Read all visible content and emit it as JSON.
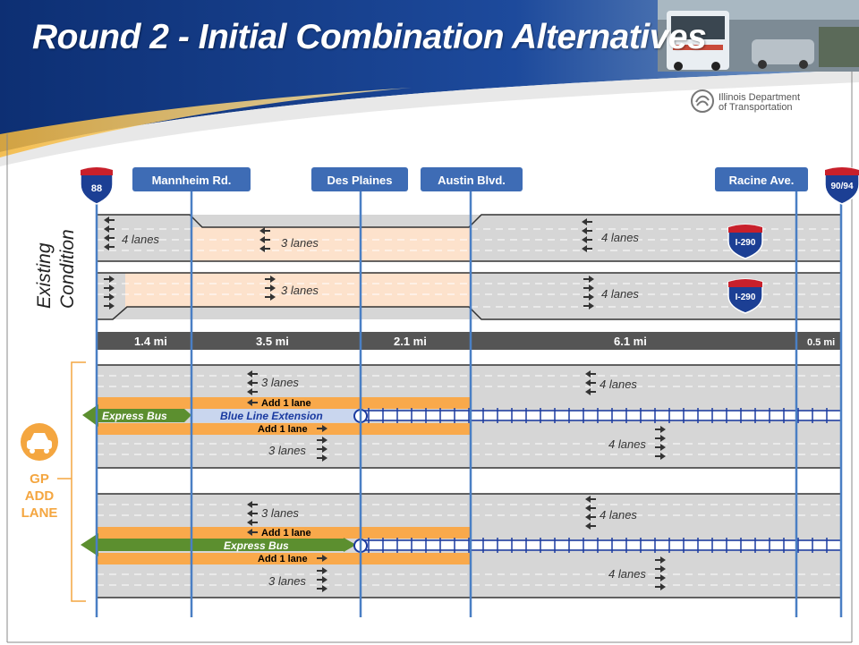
{
  "title": "Round 2 - Initial Combination Alternatives",
  "agency": {
    "line1": "Illinois Department",
    "line2": "of Transportation"
  },
  "shields": {
    "west": "88",
    "east": "90/94",
    "route": "I-290"
  },
  "cross_streets": [
    {
      "label": "Mannheim Rd."
    },
    {
      "label": "Des Plaines"
    },
    {
      "label": "Austin Blvd."
    },
    {
      "label": "Racine Ave."
    }
  ],
  "side_labels": {
    "existing_line1": "Existing",
    "existing_line2": "Condition",
    "gp_line1": "GP",
    "gp_line2": "ADD",
    "gp_line3": "LANE"
  },
  "distances": [
    "1.4 mi",
    "3.5 mi",
    "2.1 mi",
    "6.1 mi",
    "0.5 mi"
  ],
  "lanes": {
    "four": "4 lanes",
    "three": "3 lanes",
    "add_one": "Add 1 lane"
  },
  "transit": {
    "express_bus": "Express Bus",
    "blue_line": "Blue Line Extension"
  },
  "colors": {
    "header_blue": "#123a86",
    "road_gray": "#d6d6d6",
    "peach": "#fde2cc",
    "orange": "#f9a94b",
    "xline_blue": "#4a7fc4",
    "dark_bar": "#555555",
    "green": "#5c8f2f"
  }
}
